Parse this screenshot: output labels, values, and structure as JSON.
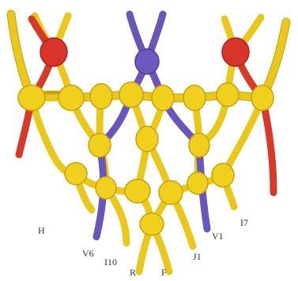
{
  "labels": {
    "h": "H",
    "v6": "V6",
    "i10": "I10",
    "r": "R",
    "f": "F",
    "j1": "J1",
    "v1": "V1",
    "i7": "I7"
  },
  "colors": {
    "yellow": "#f1cf1d",
    "red": "#d8342a",
    "blue": "#6d58bd"
  }
}
